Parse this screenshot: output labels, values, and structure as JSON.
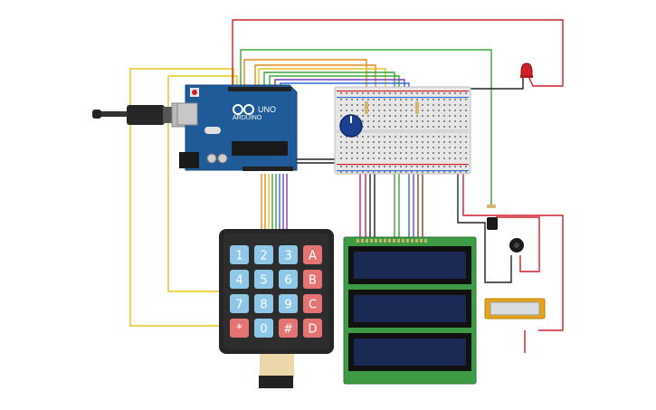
{
  "arduino": {
    "brand": "ARDUINO",
    "model": "UNO"
  },
  "keypad": {
    "keys": [
      {
        "label": "1",
        "kind": "num"
      },
      {
        "label": "2",
        "kind": "num"
      },
      {
        "label": "3",
        "kind": "num"
      },
      {
        "label": "A",
        "kind": "letter"
      },
      {
        "label": "4",
        "kind": "num"
      },
      {
        "label": "5",
        "kind": "num"
      },
      {
        "label": "6",
        "kind": "num"
      },
      {
        "label": "B",
        "kind": "letter"
      },
      {
        "label": "7",
        "kind": "num"
      },
      {
        "label": "8",
        "kind": "num"
      },
      {
        "label": "9",
        "kind": "num"
      },
      {
        "label": "C",
        "kind": "letter"
      },
      {
        "label": "*",
        "kind": "letter"
      },
      {
        "label": "0",
        "kind": "num"
      },
      {
        "label": "#",
        "kind": "letter"
      },
      {
        "label": "D",
        "kind": "letter"
      }
    ]
  },
  "colors": {
    "board": "#1f5a99",
    "keypad_body": "#262626",
    "key_num": "#8fc7e6",
    "key_letter": "#e57373",
    "lcd_pcb": "#3d9b46",
    "lcd_screen": "#1a2a55",
    "wire_red": "#d0202a",
    "wire_yellow": "#e6c619",
    "wire_green": "#3aa53a",
    "wire_orange": "#e08a1a",
    "wire_purple": "#7b3fb5",
    "wire_blue": "#2f6fd6",
    "wire_brown": "#7a4a25",
    "wire_black": "#222222"
  },
  "icons": [
    "usb-cable-icon",
    "arduino-uno-board",
    "breadboard",
    "potentiometer-icon",
    "led-icon",
    "buzzer-icon",
    "piezo-icon",
    "keypad-4x4",
    "lcd-display"
  ]
}
